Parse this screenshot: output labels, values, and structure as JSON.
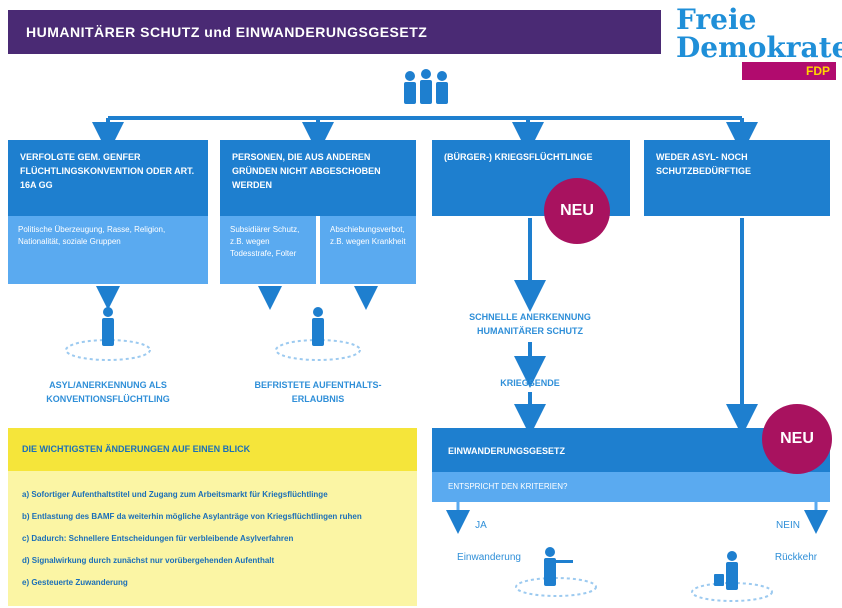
{
  "title": "HUMANITÄRER SCHUTZ und EINWANDERUNGSGESETZ",
  "logo": {
    "line1": "Freie",
    "line2": "Demokraten",
    "party": "FDP"
  },
  "colors": {
    "title_bg": "#4a2a74",
    "blue_dark": "#1e7fcf",
    "blue_light": "#5aaaf0",
    "neu_badge": "#a8125f",
    "yellow": "#f5e53a",
    "yellow_light": "#fbf5a4",
    "fdp_magenta": "#b10b6e"
  },
  "categories": [
    {
      "title": "VERFOLGTE GEM. GENFER FLÜCHTLINGSKONVENTION ODER ART. 16A GG",
      "detail": "Politische Überzeugung, Rasse, Religion, Nationalität, soziale Gruppen"
    },
    {
      "title": "PERSONEN, DIE AUS ANDEREN GRÜNDEN NICHT ABGESCHOBEN WERDEN",
      "detail_left": "Subsidiärer Schutz, z.B. wegen Todesstrafe, Folter",
      "detail_right": "Abschiebungsverbot, z.B. wegen Krankheit"
    },
    {
      "title": "(BÜRGER-) KRIEGSFLÜCHTLINGE"
    },
    {
      "title": "WEDER ASYL- NOCH SCHUTZBEDÜRFTIGE"
    }
  ],
  "badges": {
    "neu_1": "NEU",
    "neu_2": "NEU"
  },
  "outcomes": {
    "asyl": "ASYL/ANERKENNUNG ALS KONVENTIONSFLÜCHTLING",
    "befristet": "BEFRISTETE AUFENTHALTS-ERLAUBNIS",
    "schnelle": "SCHNELLE ANERKENNUNG HUMANITÄRER SCHUTZ",
    "kriegsende": "KRIEGSENDE"
  },
  "summary": {
    "heading": "DIE WICHTIGSTEN ÄNDERUNGEN AUF EINEN BLICK",
    "items": [
      "a) Sofortiger Aufenthaltstitel und Zugang zum Arbeitsmarkt für Kriegsflüchtlinge",
      "b) Entlastung des BAMF da weiterhin mögliche Asylanträge von Kriegsflüchtlingen ruhen",
      "c) Dadurch: Schnellere Entscheidungen für verbleibende Asylverfahren",
      "d) Signalwirkung durch zunächst nur vorübergehenden Aufenthalt",
      "e) Gesteuerte Zuwanderung"
    ]
  },
  "einwanderung": {
    "heading": "EINWANDERUNGSGESETZ",
    "sub": "ENTSPRICHT DEN KRITERIEN?",
    "yes": "JA",
    "no": "NEIN",
    "yes_outcome": "Einwanderung",
    "no_outcome": "Rückkehr"
  }
}
